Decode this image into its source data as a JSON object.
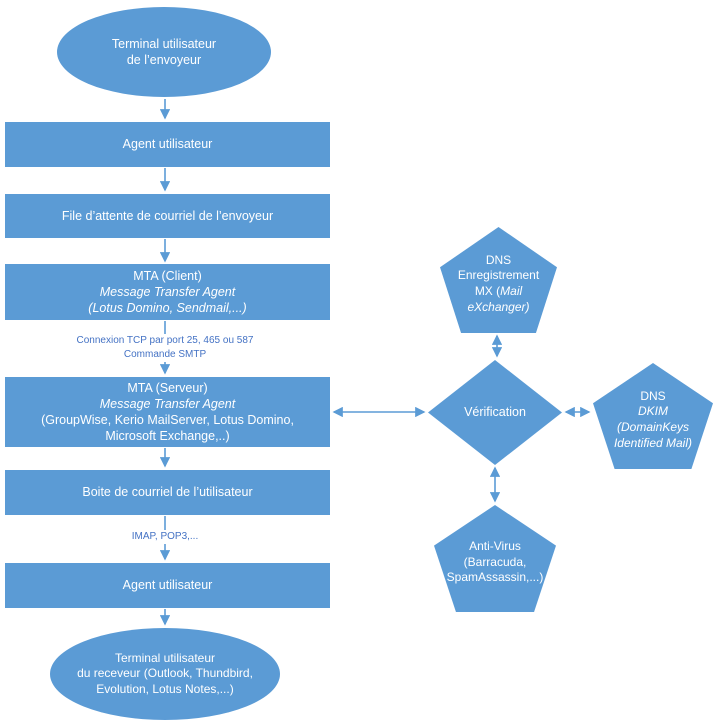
{
  "colors": {
    "shape_fill": "#5B9BD5",
    "shape_text": "#FFFFFF",
    "connector": "#5B9BD5",
    "connector_label_text": "#4472C4"
  },
  "nodes": {
    "terminal_sender": {
      "line1": "Terminal utilisateur",
      "line2": "de l’envoyeur"
    },
    "agent_user_top": {
      "label": "Agent utilisateur"
    },
    "queue": {
      "label": "File d’attente de courriel de l’envoyeur"
    },
    "mta_client": {
      "line1": "MTA (Client)",
      "line2": "Message Transfer Agent",
      "line3": "(Lotus Domino, Sendmail,...)"
    },
    "mta_server": {
      "line1": "MTA (Serveur)",
      "line2": "Message Transfer Agent",
      "line3": "(GroupWise, Kerio MailServer, Lotus Domino,",
      "line4": "Microsoft Exchange,..)"
    },
    "mailbox": {
      "label": "Boite de courriel de l’utilisateur"
    },
    "agent_user_bottom": {
      "label": "Agent utilisateur"
    },
    "terminal_receiver": {
      "line1": "Terminal utilisateur",
      "line2": "du receveur (Outlook, Thundbird,",
      "line3": "Evolution, Lotus Notes,...)"
    },
    "dns_mx": {
      "line1": "DNS",
      "line2": "Enregistrement",
      "line3_normal": "MX (",
      "line3_italic": "Mail",
      "line4": "eXchanger)"
    },
    "verification": {
      "label": "Vérification"
    },
    "dns_dkim": {
      "line1": "DNS",
      "line2": "DKIM",
      "line3": "(DomainKeys",
      "line4": "Identified Mail)"
    },
    "antivirus": {
      "line1": "Anti-Virus",
      "line2": "(Barracuda,",
      "line3": "SpamAssassin,...)"
    }
  },
  "connector_labels": {
    "smtp_line1": "Connexion TCP par port 25, 465 ou 587",
    "smtp_line2": "Commande SMTP",
    "imap": "IMAP, POP3,..."
  }
}
